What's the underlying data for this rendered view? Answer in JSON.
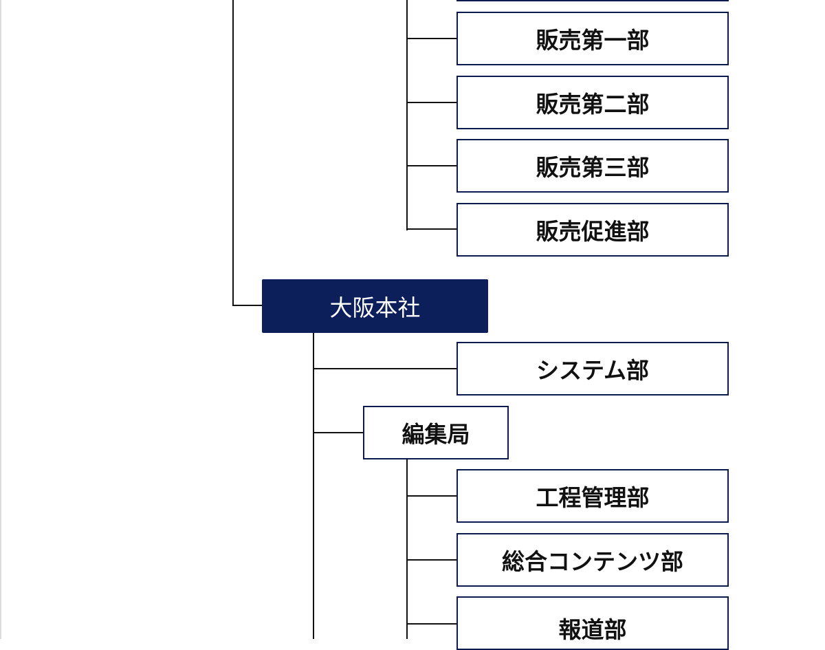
{
  "org_chart": {
    "sales_departments": [
      "販売第一部",
      "販売第二部",
      "販売第三部",
      "販売促進部"
    ],
    "osaka_office": "大阪本社",
    "system_department": "システム部",
    "editorial_bureau": {
      "label": "編集局",
      "departments": [
        "工程管理部",
        "総合コンテンツ部",
        "報道部"
      ]
    }
  }
}
